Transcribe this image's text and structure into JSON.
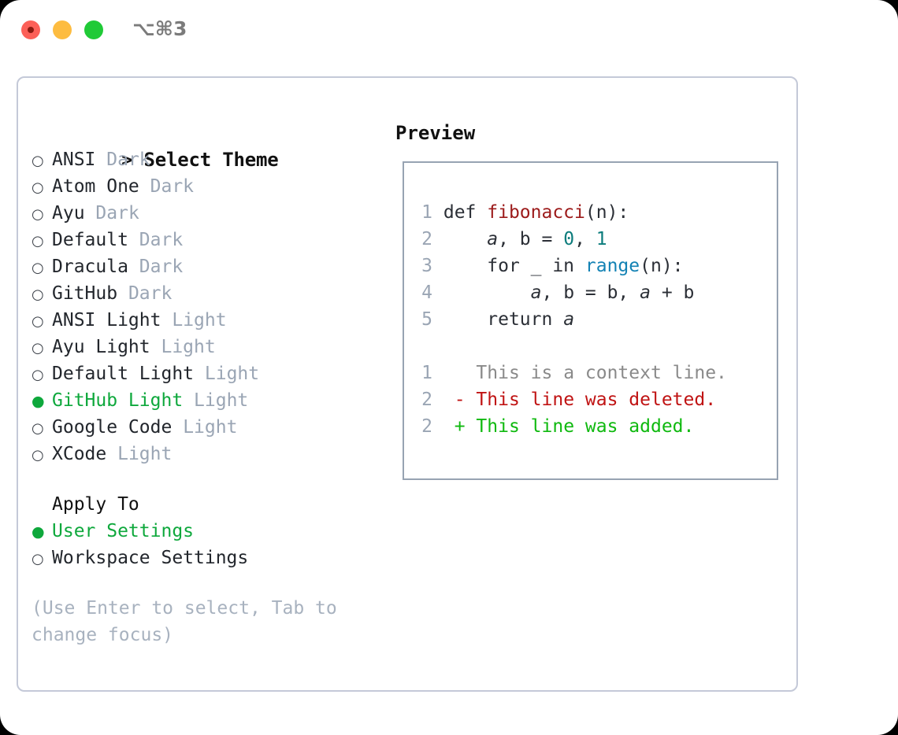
{
  "window": {
    "shortcut_label": "⌥⌘3",
    "traffic_lights": {
      "close": "close-button",
      "minimize": "minimize-button",
      "maximize": "maximize-button"
    }
  },
  "theme_selector": {
    "header_prompt": ">",
    "header_label": "Select Theme",
    "bullet_unselected": "○",
    "bullet_selected": "●",
    "items": [
      {
        "name": "ANSI",
        "variant": "Dark",
        "selected": false
      },
      {
        "name": "Atom One",
        "variant": "Dark",
        "selected": false
      },
      {
        "name": "Ayu",
        "variant": "Dark",
        "selected": false
      },
      {
        "name": "Default",
        "variant": "Dark",
        "selected": false
      },
      {
        "name": "Dracula",
        "variant": "Dark",
        "selected": false
      },
      {
        "name": "GitHub",
        "variant": "Dark",
        "selected": false
      },
      {
        "name": "ANSI Light",
        "variant": "Light",
        "selected": false
      },
      {
        "name": "Ayu Light",
        "variant": "Light",
        "selected": false
      },
      {
        "name": "Default Light",
        "variant": "Light",
        "selected": false
      },
      {
        "name": "GitHub Light",
        "variant": "Light",
        "selected": true
      },
      {
        "name": "Google Code",
        "variant": "Light",
        "selected": false
      },
      {
        "name": "XCode",
        "variant": "Light",
        "selected": false
      }
    ]
  },
  "apply_to": {
    "header_label": "Apply To",
    "options": [
      {
        "label": "User Settings",
        "selected": true
      },
      {
        "label": "Workspace Settings",
        "selected": false
      }
    ]
  },
  "hint": {
    "text": "(Use Enter to select, Tab to change focus)"
  },
  "preview": {
    "title": "Preview",
    "code_lines": [
      {
        "num": "1",
        "tokens": [
          {
            "t": "def ",
            "k": "plain"
          },
          {
            "t": "fibonacci",
            "k": "fn"
          },
          {
            "t": "(n):",
            "k": "plain"
          }
        ]
      },
      {
        "num": "2",
        "tokens": [
          {
            "t": "    ",
            "k": "plain"
          },
          {
            "t": "a",
            "k": "var"
          },
          {
            "t": ", b = ",
            "k": "plain"
          },
          {
            "t": "0",
            "k": "num"
          },
          {
            "t": ", ",
            "k": "plain"
          },
          {
            "t": "1",
            "k": "num"
          }
        ]
      },
      {
        "num": "3",
        "tokens": [
          {
            "t": "    for _ in ",
            "k": "plain"
          },
          {
            "t": "range",
            "k": "call"
          },
          {
            "t": "(n):",
            "k": "plain"
          }
        ]
      },
      {
        "num": "4",
        "tokens": [
          {
            "t": "        ",
            "k": "plain"
          },
          {
            "t": "a",
            "k": "var"
          },
          {
            "t": ", b = b, ",
            "k": "plain"
          },
          {
            "t": "a",
            "k": "var"
          },
          {
            "t": " + b",
            "k": "plain"
          }
        ]
      },
      {
        "num": "5",
        "tokens": [
          {
            "t": "    return ",
            "k": "plain"
          },
          {
            "t": "a",
            "k": "var"
          }
        ]
      }
    ],
    "diff_lines": [
      {
        "num": "1",
        "marker": " ",
        "text": "This is a context line.",
        "kind": "context"
      },
      {
        "num": "2",
        "marker": "-",
        "text": "This line was deleted.",
        "kind": "deleted"
      },
      {
        "num": "2",
        "marker": "+",
        "text": "This line was added.",
        "kind": "added"
      }
    ]
  },
  "colors": {
    "accent_green": "#0ea83c",
    "muted_gray": "#9aa5b4",
    "hint_gray": "#a8b2bf",
    "panel_border": "#c4c9d8",
    "preview_border": "#97a3b2",
    "diff_deleted": "#c01313",
    "diff_added": "#0fb90f",
    "diff_context": "#8a8a8a",
    "syntax_function": "#9c1a1a",
    "syntax_number": "#0c7c7c",
    "syntax_call": "#1382b4",
    "traffic_red": "#fc6058",
    "traffic_yellow": "#fdbc40",
    "traffic_green": "#20ca37"
  }
}
